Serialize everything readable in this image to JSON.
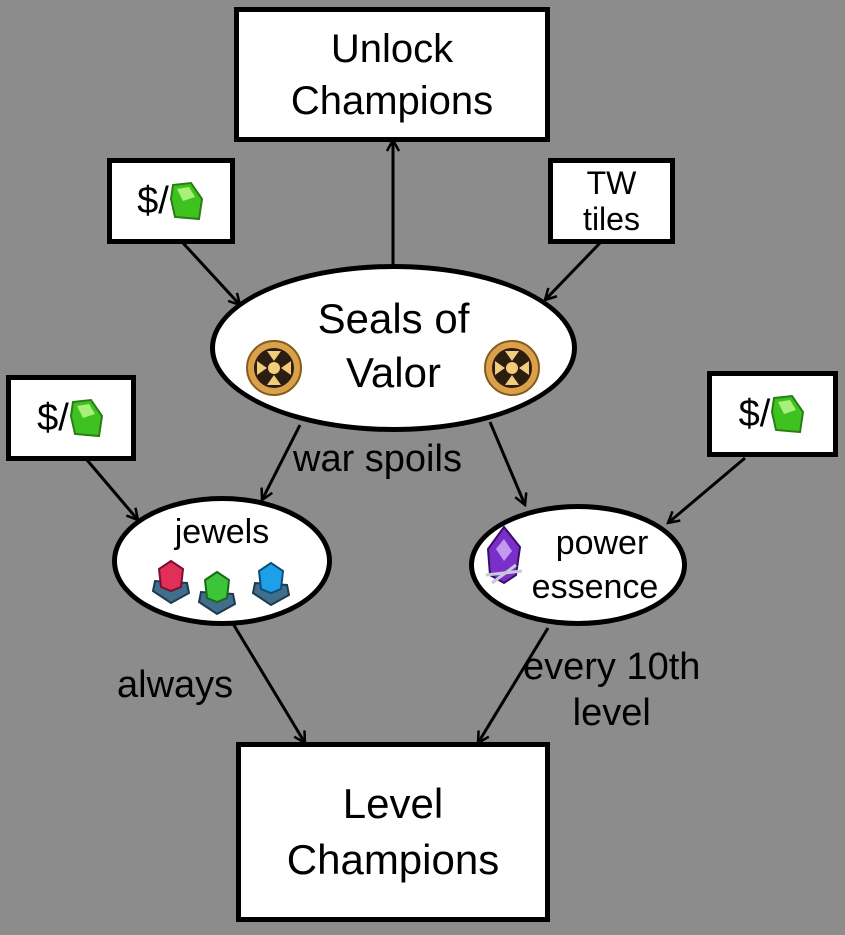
{
  "background_color": "#8c8c8c",
  "nodes": {
    "unlock": {
      "line1": "Unlock",
      "line2": "Champions"
    },
    "seals": {
      "line1": "Seals of",
      "line2": "Valor",
      "icon": "seal-of-valor-coin-icon"
    },
    "buy_left_top": {
      "text": "$/",
      "icon": "gem-icon"
    },
    "tw_tiles": {
      "line1": "TW",
      "line2": "tiles"
    },
    "buy_left": {
      "text": "$/",
      "icon": "gem-icon"
    },
    "buy_right": {
      "text": "$/",
      "icon": "gem-icon"
    },
    "jewels": {
      "text": "jewels",
      "icons": [
        "red-jewel-icon",
        "green-jewel-icon",
        "blue-jewel-icon"
      ]
    },
    "power_essence": {
      "line1": "power",
      "line2": "essence",
      "icon": "power-essence-crystal-icon"
    },
    "level": {
      "line1": "Level",
      "line2": "Champions"
    }
  },
  "edge_labels": {
    "war_spoils": "war spoils",
    "always": "always",
    "every_10th_line1": "every 10th",
    "every_10th_line2": "level"
  },
  "colors": {
    "gem_green": "#3fc21f",
    "jewel_red": "#e0305a",
    "jewel_green": "#3cc43a",
    "jewel_blue": "#1ea0e8",
    "essence_purple": "#7a2fc8",
    "seal_gold": "#d9a24a"
  }
}
